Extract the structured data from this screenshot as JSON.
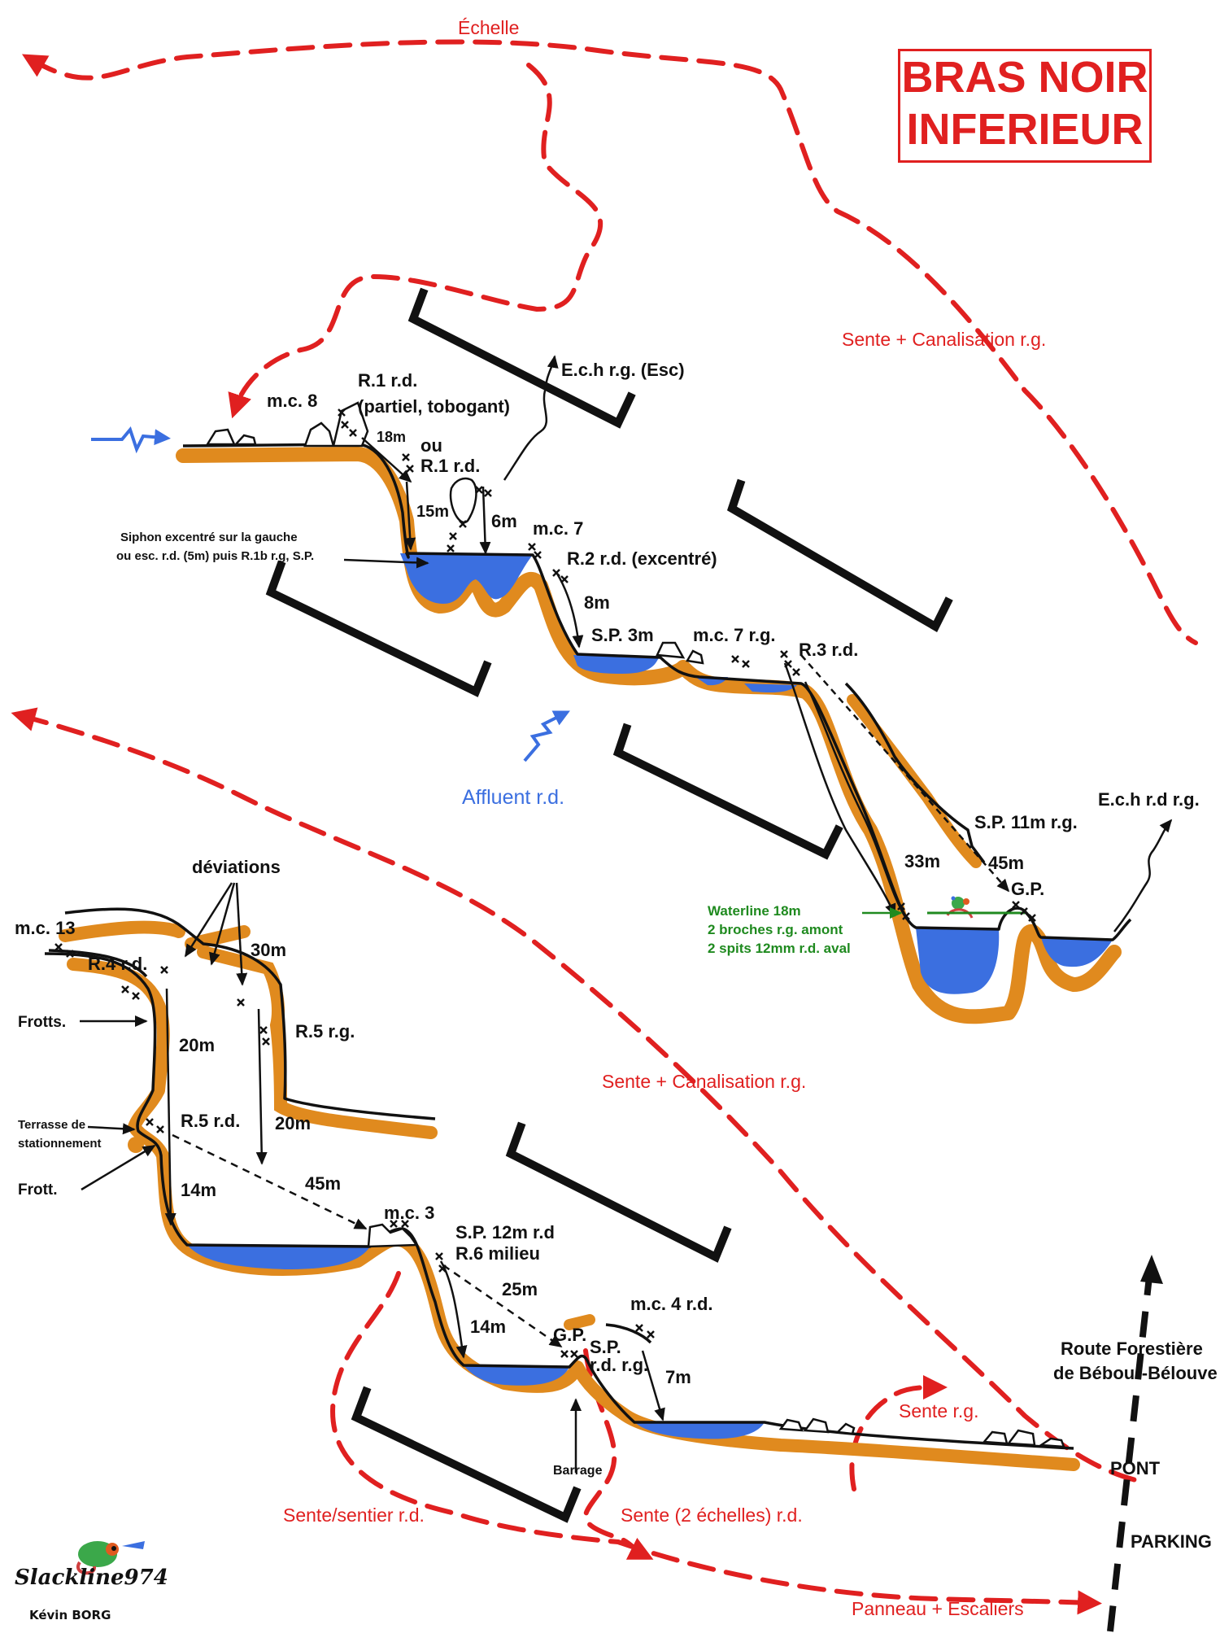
{
  "title": {
    "line1": "BRAS NOIR",
    "line2": "INFERIEUR"
  },
  "colors": {
    "path": "#e02020",
    "water": "#3b6fe0",
    "rock": "#e08a1e",
    "access": "#111111",
    "waterline": "#1f8a1f"
  },
  "icons": {
    "river_inflow": "blue-zigzag-arrow",
    "exit": "wavy-arrow",
    "logo": "chameleon-logo"
  },
  "paths": {
    "top_ladder": "Échelle",
    "sente_canal_1": "Sente + Canalisation r.g.",
    "sente_canal_2": "Sente + Canalisation r.g.",
    "sente_rg": "Sente r.g.",
    "sente_sentier_rd": "Sente/sentier r.d.",
    "sente_echelles_rd": "Sente (2 échelles) r.d.",
    "panneau": "Panneau + Escaliers"
  },
  "road": {
    "label_line1": "Route Forestière",
    "label_line2": "de Bébour-Bélouve",
    "pont": "PONT",
    "parking": "PARKING"
  },
  "water": {
    "affluent": "Affluent r.d."
  },
  "section1": {
    "mc8": "m.c. 8",
    "r1_line1": "R.1 r.d.",
    "r1_line2": "(partiel, tobogant)",
    "h18": "18m",
    "ou": "ou",
    "r1_alt": "R.1 r.d.",
    "h15": "15m",
    "h6": "6m",
    "ech_esc": "E.c.h r.g. (Esc)",
    "siphon_line1": "Siphon excentré sur la gauche",
    "siphon_line2": "ou esc. r.d. (5m) puis R.1b r.g, S.P.",
    "mc7": "m.c. 7",
    "r2": "R.2 r.d. (excentré)",
    "h8": "8m",
    "sp3": "S.P. 3m",
    "mc7rg": "m.c. 7 r.g.",
    "r3": "R.3 r.d.",
    "sp11": "S.P. 11m r.g.",
    "ech_rd": "E.c.h r.d r.g.",
    "h33": "33m",
    "h45": "45m",
    "gp": "G.P.",
    "waterline_1": "Waterline 18m",
    "waterline_2": "2 broches r.g. amont",
    "waterline_3": "2 spits 12mm r.d. aval"
  },
  "section2": {
    "deviations": "déviations",
    "mc13": "m.c. 13",
    "r4": "R.4 r.d.",
    "h30": "30m",
    "frotts": "Frotts.",
    "r5rg": "R.5 r.g.",
    "h20a": "20m",
    "terrasse_1": "Terrasse de",
    "terrasse_2": "stationnement",
    "r5rd": "R.5 r.d.",
    "h20b": "20m",
    "frott": "Frott.",
    "h14a": "14m",
    "h45": "45m",
    "mc3": "m.c. 3",
    "sp12": "S.P. 12m r.d",
    "r6": "R.6 milieu",
    "h25": "25m",
    "h14b": "14m",
    "gp": "G.P.",
    "sp_rdrg_1": "S.P.",
    "sp_rdrg_2": "r.d. r.g.",
    "mc4": "m.c. 4 r.d.",
    "h7": "7m",
    "barrage": "Barrage"
  },
  "signature": {
    "name": "Slackline974",
    "author": "Kévin BORG"
  }
}
